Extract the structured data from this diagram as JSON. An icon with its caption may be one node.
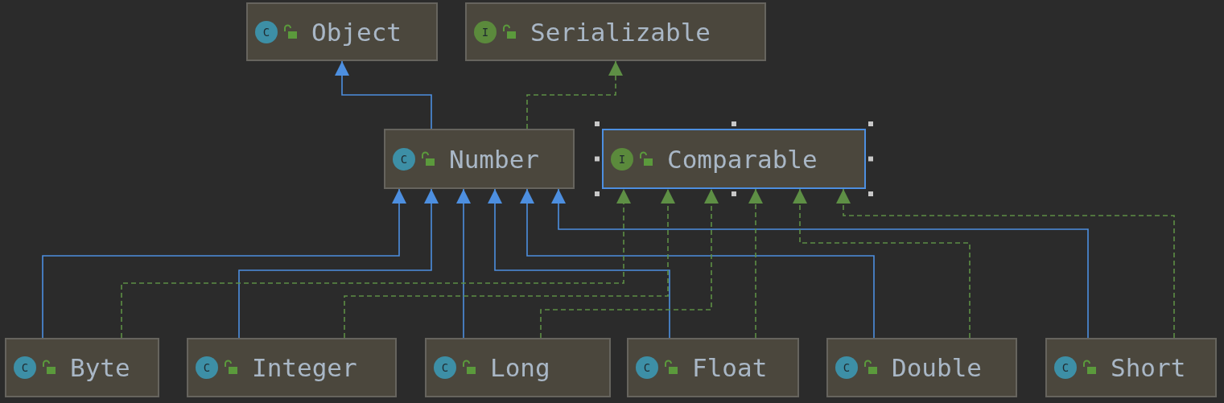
{
  "diagram": {
    "nodes": [
      {
        "text": [
          "C",
          "Object"
        ]
      },
      {
        "text": [
          "I",
          "Serializable"
        ]
      },
      {
        "text": [
          "C",
          "Number"
        ]
      },
      {
        "text": [
          "I",
          "Comparable"
        ]
      },
      {
        "text": [
          "C",
          "Byte"
        ]
      },
      {
        "text": [
          "C",
          "Integer"
        ]
      },
      {
        "text": [
          "C",
          "Long"
        ]
      },
      {
        "text": [
          "C",
          "Float"
        ]
      },
      {
        "text": [
          "C",
          "Double"
        ]
      },
      {
        "text": [
          "C",
          "Short"
        ]
      }
    ],
    "edges": [
      {
        "from": 2,
        "to": 0,
        "arrow": "to",
        "color": "#4d8fe0"
      },
      {
        "from": 2,
        "to": 1,
        "arrow": "to",
        "style": "dashed",
        "color": "#5e8f45"
      },
      {
        "from": 4,
        "to": 2,
        "arrow": "to",
        "color": "#4d8fe0"
      },
      {
        "from": 5,
        "to": 2,
        "arrow": "to",
        "color": "#4d8fe0"
      },
      {
        "from": 6,
        "to": 2,
        "arrow": "to",
        "color": "#4d8fe0"
      },
      {
        "from": 7,
        "to": 2,
        "arrow": "to",
        "color": "#4d8fe0"
      },
      {
        "from": 8,
        "to": 2,
        "arrow": "to",
        "color": "#4d8fe0"
      },
      {
        "from": 9,
        "to": 2,
        "arrow": "to",
        "color": "#4d8fe0"
      },
      {
        "from": 4,
        "to": 3,
        "arrow": "to",
        "style": "dashed",
        "color": "#5e8f45"
      },
      {
        "from": 5,
        "to": 3,
        "arrow": "to",
        "style": "dashed",
        "color": "#5e8f45"
      },
      {
        "from": 6,
        "to": 3,
        "arrow": "to",
        "style": "dashed",
        "color": "#5e8f45"
      },
      {
        "from": 7,
        "to": 3,
        "arrow": "to",
        "style": "dashed",
        "color": "#5e8f45"
      },
      {
        "from": 8,
        "to": 3,
        "arrow": "to",
        "style": "dashed",
        "color": "#5e8f45"
      },
      {
        "from": 9,
        "to": 3,
        "arrow": "to",
        "style": "dashed",
        "color": "#5e8f45"
      }
    ]
  }
}
